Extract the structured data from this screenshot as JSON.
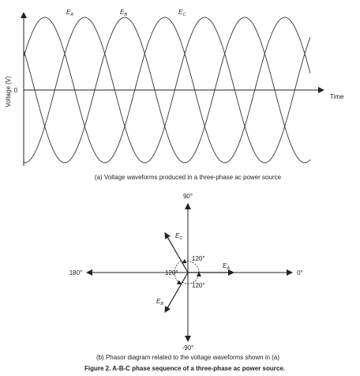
{
  "waveform": {
    "y_axis_label": "Voltage (V)",
    "zero_label": "0",
    "x_axis_label": "Time",
    "series": [
      {
        "name": "E",
        "subscript": "A",
        "phase_deg": 0
      },
      {
        "name": "E",
        "subscript": "B",
        "phase_deg": -120
      },
      {
        "name": "E",
        "subscript": "C",
        "phase_deg": 120
      }
    ],
    "caption": "(a) Voltage waveforms produced in a three-phase ac power source"
  },
  "phasor": {
    "label_top": "90°",
    "label_bottom": "-90°",
    "label_left": "180°",
    "label_right": "0°",
    "angle_labels": [
      "120°",
      "120°",
      "120°"
    ],
    "vectors": [
      {
        "name": "E",
        "subscript": "A",
        "angle_deg": 0
      },
      {
        "name": "E",
        "subscript": "B",
        "angle_deg": 240
      },
      {
        "name": "E",
        "subscript": "C",
        "angle_deg": 120
      }
    ],
    "caption": "(b) Phasor diagram related to the voltage waveforms shown in (a)"
  },
  "figure_caption": "Figure 2. A-B-C phase sequence of a three-phase ac power source."
}
